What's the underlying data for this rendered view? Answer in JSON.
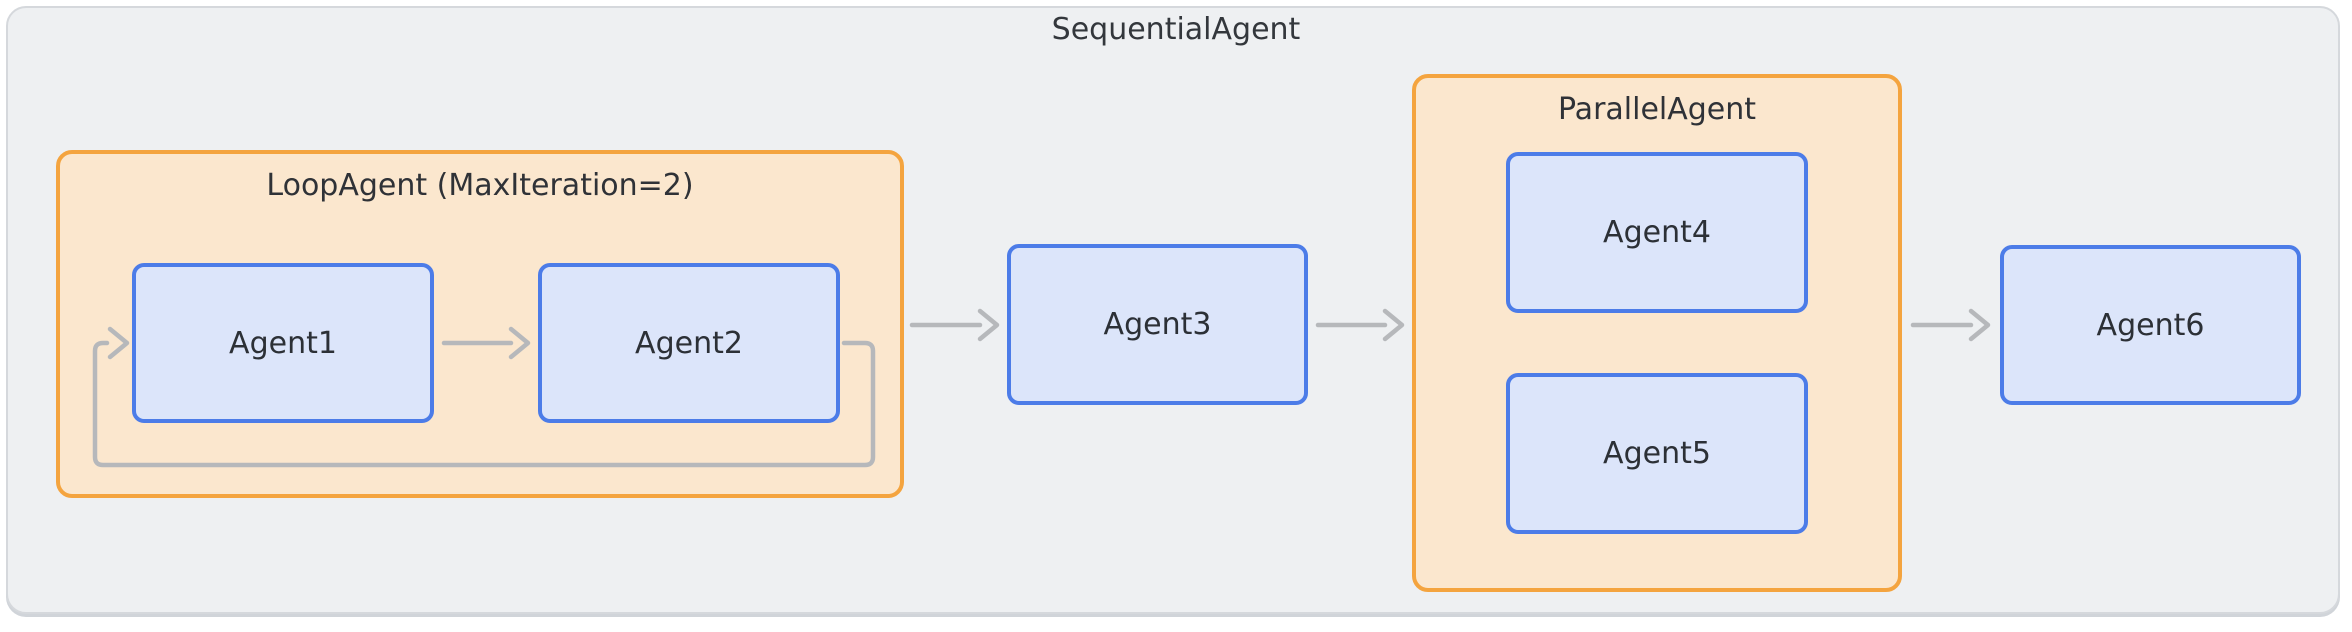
{
  "title": "SequentialAgent",
  "loop_group": {
    "label": "LoopAgent (MaxIteration=2)"
  },
  "parallel_group": {
    "label": "ParallelAgent"
  },
  "nodes": {
    "agent1": {
      "label": "Agent1"
    },
    "agent2": {
      "label": "Agent2"
    },
    "agent3": {
      "label": "Agent3"
    },
    "agent4": {
      "label": "Agent4"
    },
    "agent5": {
      "label": "Agent5"
    },
    "agent6": {
      "label": "Agent6"
    }
  },
  "edges": [
    {
      "from": "Agent1",
      "to": "Agent2",
      "type": "forward"
    },
    {
      "from": "Agent2",
      "to": "Agent1",
      "type": "loopback"
    },
    {
      "from": "LoopAgent",
      "to": "Agent3",
      "type": "forward"
    },
    {
      "from": "Agent3",
      "to": "ParallelAgent",
      "type": "forward"
    },
    {
      "from": "ParallelAgent",
      "to": "Agent6",
      "type": "forward"
    }
  ],
  "colors": {
    "group_border": "#f4a43f",
    "group_fill": "#fbe7ce",
    "node_border": "#4c7ce8",
    "node_fill": "#dce5fa",
    "arrow": "#b6b8bb",
    "container_fill": "#eef0f2",
    "container_border": "#d5d8dc",
    "text": "#2f3237"
  }
}
